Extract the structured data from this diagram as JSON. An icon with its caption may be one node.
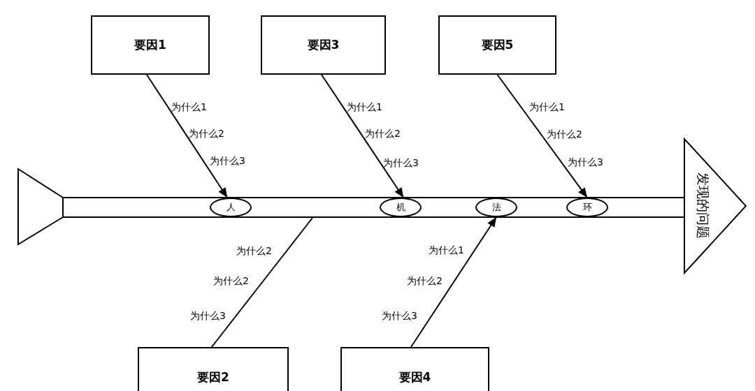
{
  "diagram": {
    "nodes": [
      {
        "text": [
          "要因1"
        ]
      },
      {
        "text": [
          "要因3"
        ]
      },
      {
        "text": [
          "要因5"
        ]
      },
      {
        "text": [],
        "shape": "triangle"
      },
      {
        "text": [],
        "shape": "bar"
      },
      {
        "text": [
          "人"
        ],
        "in": 4
      },
      {
        "text": [
          "机"
        ],
        "in": 4
      },
      {
        "text": [
          "法"
        ],
        "in": 4
      },
      {
        "text": [
          "环"
        ],
        "in": 4
      },
      {
        "text": [
          "发现的问题"
        ]
      },
      {
        "text": [
          "要因2"
        ]
      },
      {
        "text": [
          "要因4"
        ]
      }
    ],
    "edges": [
      {
        "from": 0,
        "to": 5,
        "arrow": "to"
      },
      {
        "from": 1,
        "to": 6,
        "arrow": "to"
      },
      {
        "from": 2,
        "to": 8,
        "arrow": "to"
      },
      {
        "from": 10,
        "to": 4,
        "arrow": "none"
      },
      {
        "from": 11,
        "to": 7,
        "arrow": "to"
      }
    ],
    "labels": [
      "为什么1",
      "为什么2",
      "为什么3",
      "为什么1",
      "为什么2",
      "为什么3",
      "为什么1",
      "为什么2",
      "为什么3",
      "为什么2",
      "为什么2",
      "为什么3",
      "为什么1",
      "为什么2",
      "为什么3"
    ]
  }
}
